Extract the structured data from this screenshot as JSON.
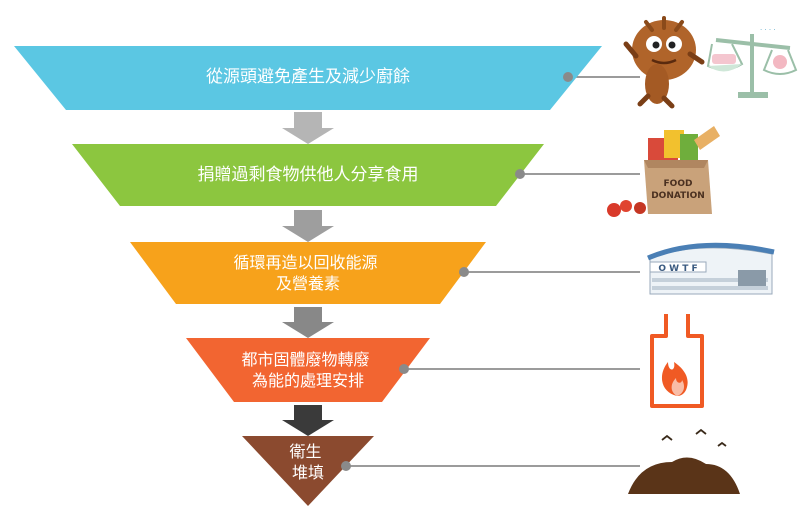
{
  "hierarchy": {
    "tiers": [
      {
        "lines": [
          "從源頭避免產生及減少廚餘"
        ],
        "color": "#5BC7E3",
        "icon": "mascot-and-scale-icon"
      },
      {
        "lines": [
          "捐贈過剩食物供他人分享食用"
        ],
        "color": "#8CC63F",
        "icon": "food-donation-box-icon"
      },
      {
        "lines": [
          "循環再造以回收能源",
          "及營養素"
        ],
        "color": "#F7A21B",
        "icon": "owtf-facility-icon"
      },
      {
        "lines": [
          "都市固體廢物轉廢",
          "為能的處理安排"
        ],
        "color": "#F26531",
        "icon": "incinerator-flame-icon"
      },
      {
        "lines": [
          "衛生",
          "堆填"
        ],
        "color": "#8B4A2F",
        "icon": "landfill-mound-icon"
      }
    ],
    "arrow_colors": [
      "#b5b5b5",
      "#9e9e9e",
      "#888888",
      "#3a3a3a"
    ]
  },
  "icons": {
    "donation_box_text": [
      "FOOD",
      "DONATION"
    ],
    "facility_sign": "O W T F"
  }
}
